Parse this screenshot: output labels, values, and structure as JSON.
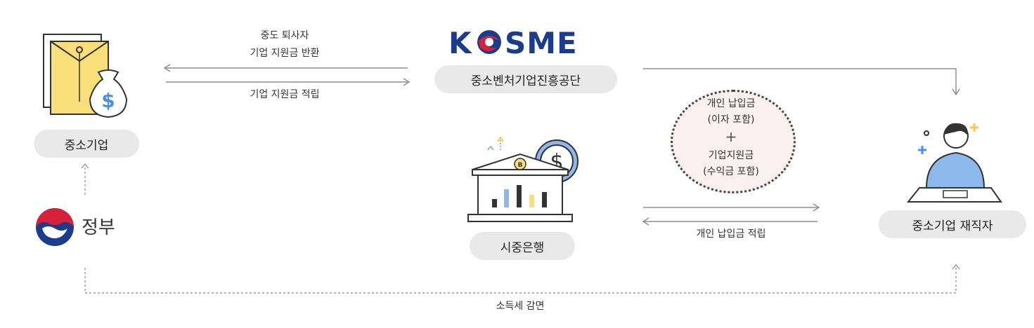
{
  "nodes": {
    "sme": "중소기업",
    "kosme_name": "중소벤처기업진흥공단",
    "kosme_logo": "KOSME",
    "bank": "시중은행",
    "employee": "중소기업 재직자",
    "government": "정부"
  },
  "flows": {
    "return_line1": "중도 퇴사자",
    "return_line2": "기업 지원금 반환",
    "accumulate_company": "기업 지원금 적립",
    "personal_accumulate": "개인 납입금 적립",
    "tax": "소득세 감면"
  },
  "circle": {
    "line1": "개인 납입금",
    "line2": "(이자 포함)",
    "plus": "+",
    "line3": "기업지원금",
    "line4": "(수익금 포함)"
  },
  "colors": {
    "logo_navy": "#1b3c8c",
    "logo_red": "#d6213c",
    "envelope_yellow": "#f8df7a",
    "bank_blue": "#8cb8ec",
    "pill_gray": "#e9e9e9"
  }
}
